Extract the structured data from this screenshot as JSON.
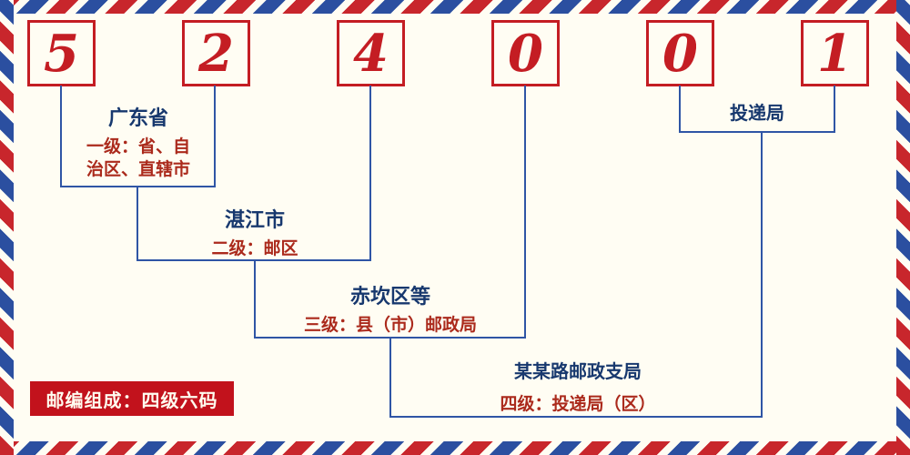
{
  "postal_code": {
    "digits": [
      "5",
      "2",
      "4",
      "0",
      "0",
      "1"
    ]
  },
  "labels": {
    "level1": {
      "name": "广东省",
      "desc_line1": "一级：省、自",
      "desc_line2": "治区、直辖市"
    },
    "level2": {
      "name": "湛江市",
      "desc": "二级：邮区"
    },
    "level3": {
      "name": "赤坎区等",
      "desc": "三级：县（市）邮政局"
    },
    "level4": {
      "name": "某某路邮政支局",
      "desc": "四级：投递局（区）"
    },
    "delivery": {
      "name": "投递局"
    }
  },
  "footer": {
    "badge": "邮编组成：四级六码"
  },
  "colors": {
    "stripe_red": "#c8262c",
    "stripe_blue": "#2b4fa0",
    "digit_red": "#c41d23",
    "line_blue": "#2f55a5",
    "name_navy": "#17386e",
    "desc_red": "#ab2a1c",
    "badge_bg": "#c2121c",
    "background": "#fffdf3"
  }
}
